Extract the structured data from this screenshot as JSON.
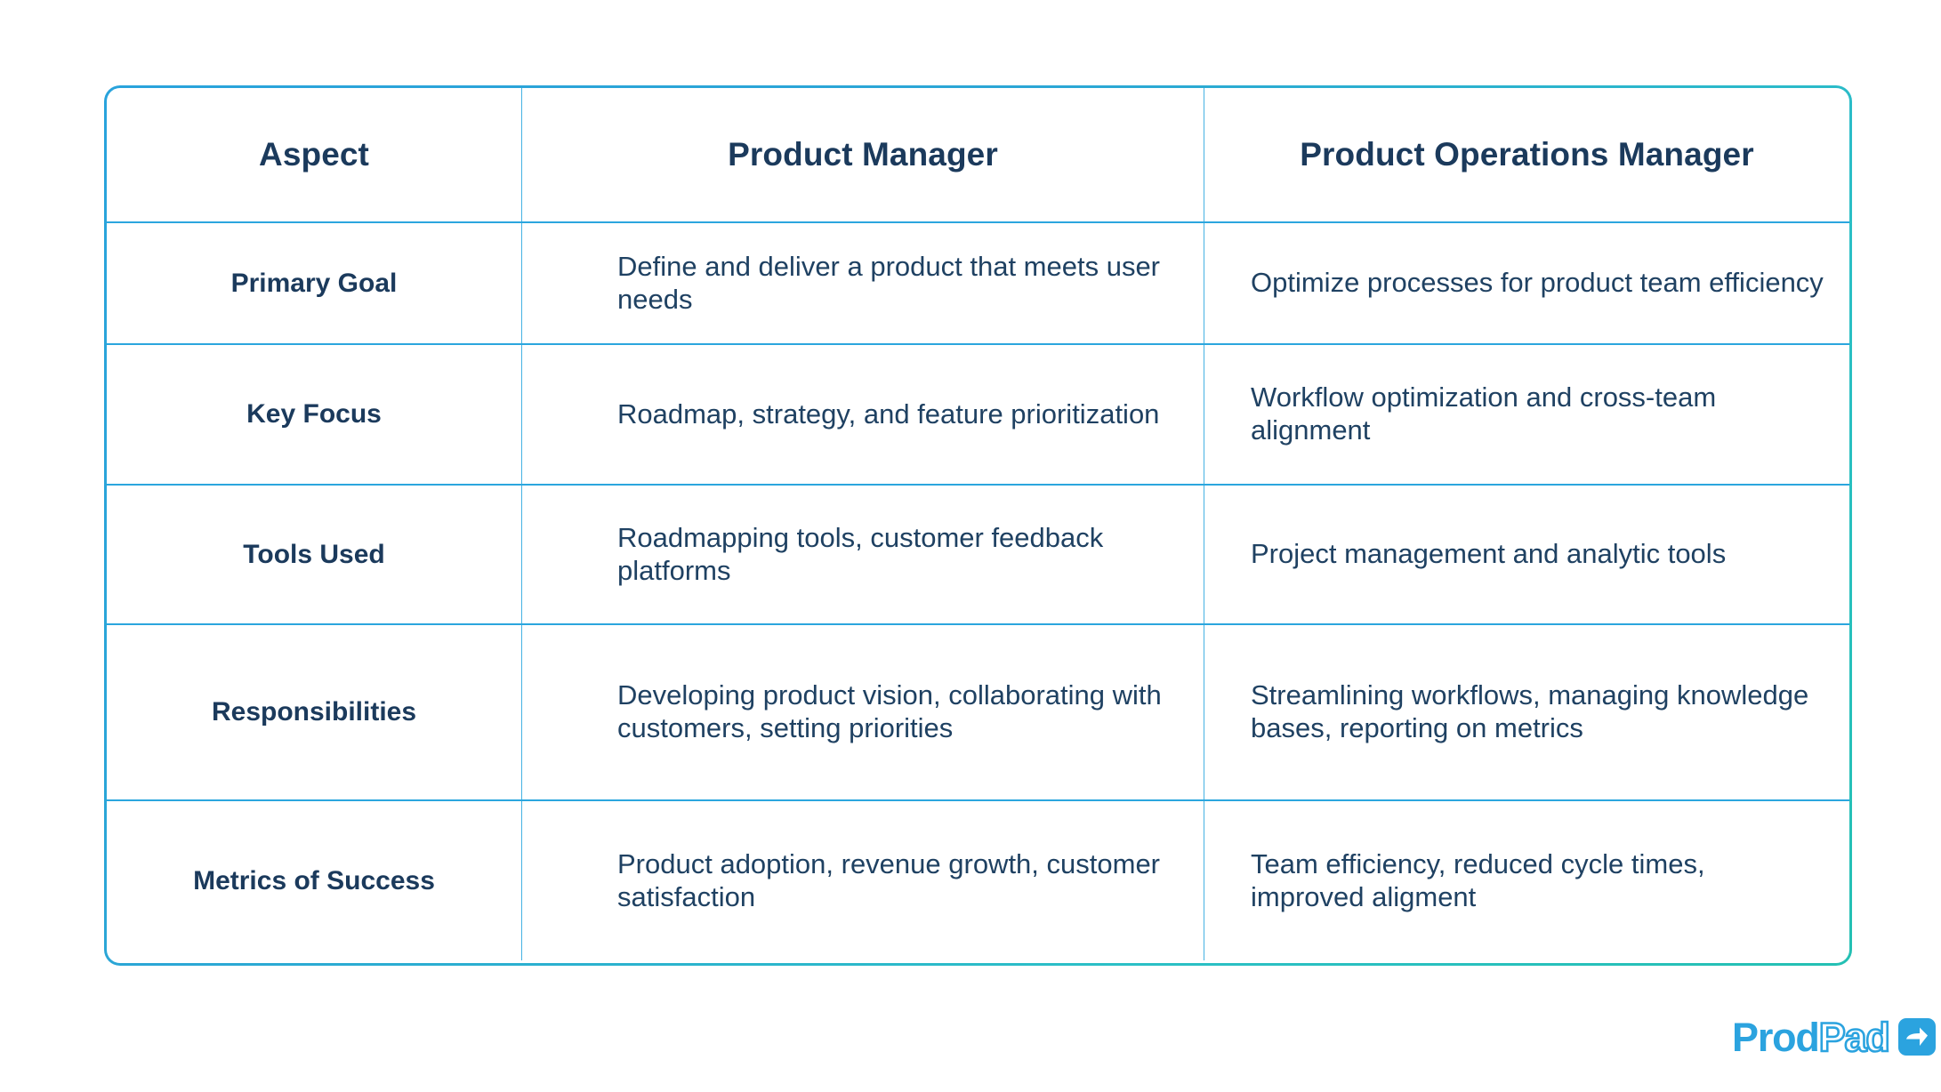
{
  "table": {
    "columns": [
      "Aspect",
      "Product Manager",
      "Product Operations Manager"
    ],
    "rows": [
      {
        "aspect": "Primary Goal",
        "pm": "Define and deliver a product that meets user needs",
        "pom": "Optimize processes for product team efficiency"
      },
      {
        "aspect": "Key Focus",
        "pm": "Roadmap, strategy, and feature prioritization",
        "pom": "Workflow optimization and cross-team alignment"
      },
      {
        "aspect": "Tools Used",
        "pm": "Roadmapping tools, customer feedback platforms",
        "pom": "Project management and analytic tools"
      },
      {
        "aspect": "Responsibilities",
        "pm": "Developing product vision, collaborating with customers, setting priorities",
        "pom": "Streamlining workflows, managing knowledge bases, reporting on metrics"
      },
      {
        "aspect": "Metrics of Success",
        "pm": "Product adoption, revenue growth, customer satisfaction",
        "pom": "Team efficiency, reduced cycle times, improved aligment"
      }
    ]
  },
  "logo": {
    "part_one": "Prod",
    "part_two": "Pad",
    "mark_icon": "arrow-up-right-icon"
  },
  "colors": {
    "border_start": "#29A3DC",
    "border_end": "#24C0B3",
    "divider": "#2BA6DE",
    "column_divider": "#45B2E3",
    "heading_text": "#1B3A5C",
    "body_text": "#1F4162",
    "logo_blue": "#2BA3DF",
    "background": "#FFFFFF"
  }
}
